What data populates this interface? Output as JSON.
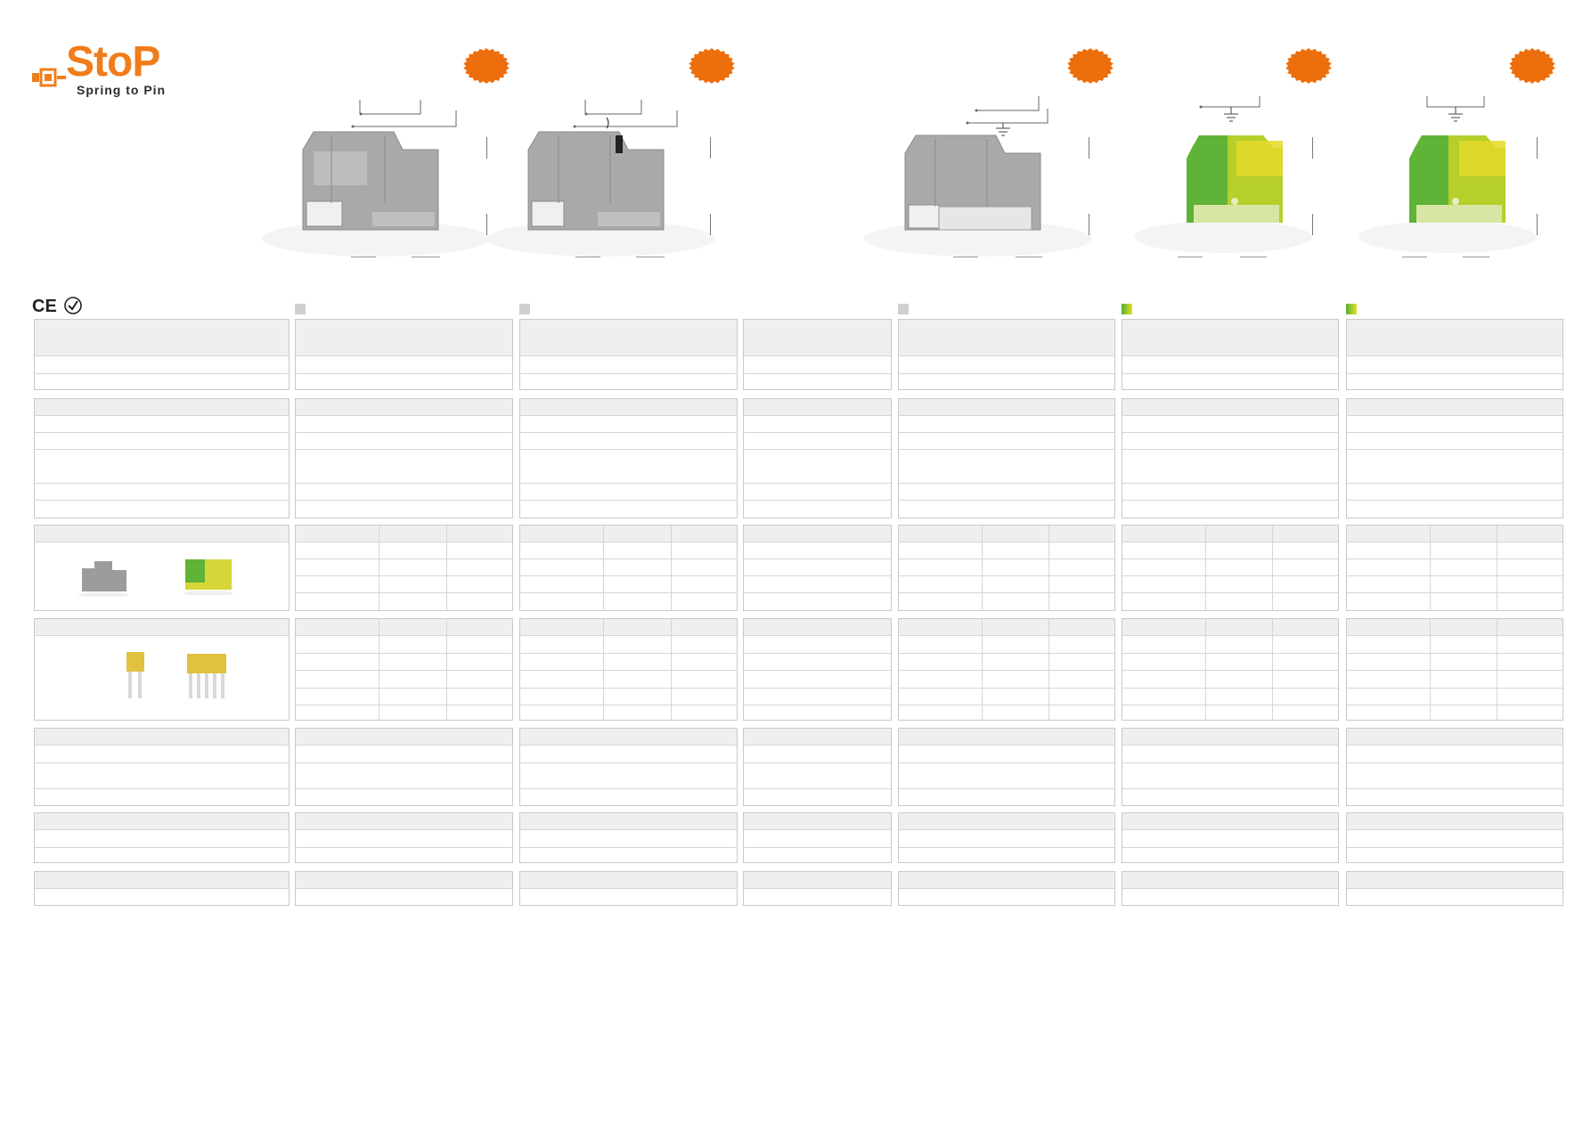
{
  "brand": {
    "name": "StoP",
    "tagline": "Spring to Pin",
    "color_accent": "#f07d1a",
    "color_text": "#2b2b2b"
  },
  "certifications": {
    "ce_mark": "CE",
    "icon": "approval-check-icon"
  },
  "products": [
    {
      "icon": "gray-double-level-terminal-block",
      "color": "gray"
    },
    {
      "icon": "gray-double-level-terminal-block-with-fuse",
      "color": "gray"
    },
    {
      "icon": "gray-double-level-terminal-block-with-ground",
      "color": "gray"
    },
    {
      "icon": "yellow-green-ground-terminal-block",
      "color": "yellow-green"
    },
    {
      "icon": "yellow-green-ground-terminal-block",
      "color": "yellow-green"
    }
  ],
  "colors": {
    "gray": "#c7c7c7",
    "ground_green": "#55b030",
    "ground_yellow": "#e7df2a",
    "burst": "#ec6e0c",
    "table_header": "#efefef",
    "table_border": "#c9c9c9"
  },
  "accessories": {
    "end_plates": [
      "gray-end-plate-icon",
      "yellow-green-end-plate-icon"
    ],
    "jumpers": [
      "two-pole-jumper-icon",
      "five-pole-jumper-icon"
    ]
  }
}
